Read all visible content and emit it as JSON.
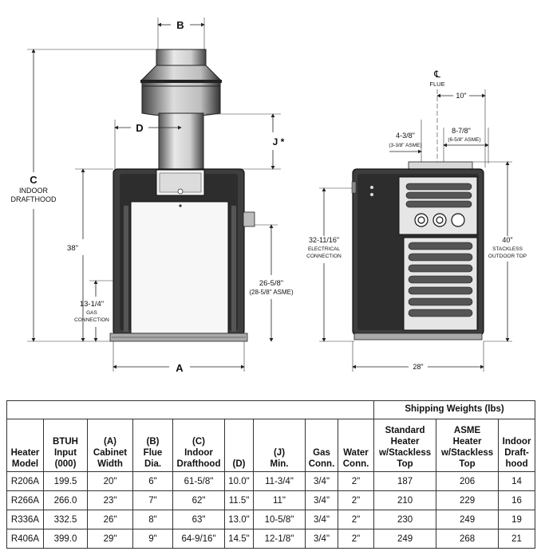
{
  "front_view": {
    "label_b": "B",
    "label_d": "D",
    "label_j": "J *",
    "label_c": "C",
    "label_c_sub1": "INDOOR",
    "label_c_sub2": "DRAFTHOOD",
    "label_38": "38\"",
    "label_gas_value": "13-1/4\"",
    "label_gas_sub1": "GAS",
    "label_gas_sub2": "CONNECTION",
    "label_water_value": "26-5/8\"",
    "label_water_sub": "(28-5/8\" ASME)",
    "label_a": "A"
  },
  "side_view": {
    "flue_symbol": "℄",
    "flue_label": "FLUE",
    "label_10": "10\"",
    "label_438": "4-3/8\"",
    "label_438_sub": "(3-3/8\" ASME)",
    "label_878": "8-7/8\"",
    "label_878_sub": "(6-5/8\" ASME)",
    "label_elec_value": "32-11/16\"",
    "label_elec_sub1": "ELECTRICAL",
    "label_elec_sub2": "CONNECTION",
    "label_40": "40\"",
    "label_40_sub1": "STACKLESS",
    "label_40_sub2": "OUTDOOR TOP",
    "label_28": "28\""
  },
  "table": {
    "shipping_header": "Shipping Weights (lbs)",
    "headers": [
      [
        "Heater",
        "Model"
      ],
      [
        "BTUH",
        "Input",
        "(000)"
      ],
      [
        "(A)",
        "Cabinet",
        "Width"
      ],
      [
        "(B)",
        "Flue",
        "Dia."
      ],
      [
        "(C)",
        "Indoor",
        "Drafthood"
      ],
      [
        "(D)"
      ],
      [
        "(J)",
        "Min."
      ],
      [
        "Gas",
        "Conn."
      ],
      [
        "Water",
        "Conn."
      ],
      [
        "Standard",
        "Heater",
        "w/Stackless",
        "Top"
      ],
      [
        "ASME",
        "Heater",
        "w/Stackless",
        "Top"
      ],
      [
        "Indoor",
        "Draft-",
        "hood"
      ]
    ],
    "rows": [
      [
        "R206A",
        "199.5",
        "20\"",
        "6\"",
        "61-5/8\"",
        "10.0\"",
        "11-3/4\"",
        "3/4\"",
        "2\"",
        "187",
        "206",
        "14"
      ],
      [
        "R266A",
        "266.0",
        "23\"",
        "7\"",
        "62\"",
        "11.5\"",
        "11\"",
        "3/4\"",
        "2\"",
        "210",
        "229",
        "16"
      ],
      [
        "R336A",
        "332.5",
        "26\"",
        "8\"",
        "63\"",
        "13.0\"",
        "10-5/8\"",
        "3/4\"",
        "2\"",
        "230",
        "249",
        "19"
      ],
      [
        "R406A",
        "399.0",
        "29\"",
        "9\"",
        "64-9/16\"",
        "14.5\"",
        "12-1/8\"",
        "3/4\"",
        "2\"",
        "249",
        "268",
        "21"
      ]
    ]
  }
}
